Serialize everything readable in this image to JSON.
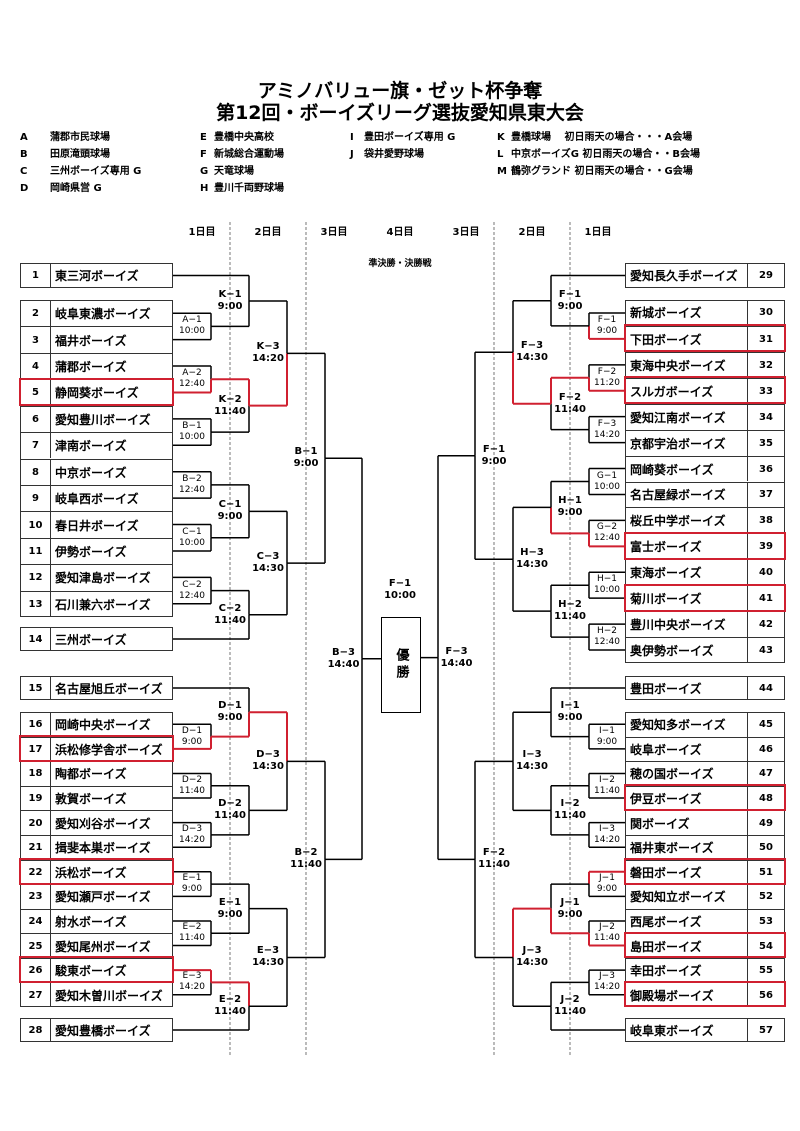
{
  "title": {
    "line1": "アミノバリュー旗・ゼット杯争奪",
    "line2": "第12回・ボーイズリーグ選抜愛知県東大会"
  },
  "venues": [
    {
      "code": "A",
      "name": "蒲郡市民球場"
    },
    {
      "code": "B",
      "name": "田原滝頭球場"
    },
    {
      "code": "C",
      "name": "三州ボーイズ専用 G"
    },
    {
      "code": "D",
      "name": "岡崎県営 G"
    },
    {
      "code": "E",
      "name": "豊橋中央高校"
    },
    {
      "code": "F",
      "name": "新城総合運動場"
    },
    {
      "code": "G",
      "name": "天竜球場"
    },
    {
      "code": "H",
      "name": "豊川千両野球場"
    },
    {
      "code": "I",
      "name": "豊田ボーイズ専用 G"
    },
    {
      "code": "J",
      "name": "袋井愛野球場"
    },
    {
      "code": "K",
      "name": "豊橋球場　 初日雨天の場合・・・A会場"
    },
    {
      "code": "L",
      "name": "中京ボーイズG  初日雨天の場合・・B会場"
    },
    {
      "code": "M",
      "name": "鶴弥グランド  初日雨天の場合・・G会場"
    }
  ],
  "days": {
    "left": [
      "1日目",
      "2日目",
      "3日目"
    ],
    "center": "4日目",
    "right": [
      "3日目",
      "2日目",
      "1日目"
    ]
  },
  "semifinal_label": "準決勝・決勝戦",
  "final": {
    "code": "F−1",
    "time": "10:00",
    "label": "優勝"
  },
  "teams_left": [
    {
      "no": "1",
      "name": "東三河ボーイズ"
    },
    {
      "no": "2",
      "name": "岐阜東濃ボーイズ"
    },
    {
      "no": "3",
      "name": "福井ボーイズ"
    },
    {
      "no": "4",
      "name": "蒲郡ボーイズ"
    },
    {
      "no": "5",
      "name": "静岡葵ボーイズ",
      "highlight": true
    },
    {
      "no": "6",
      "name": "愛知豊川ボーイズ"
    },
    {
      "no": "7",
      "name": "津南ボーイズ"
    },
    {
      "no": "8",
      "name": "中京ボーイズ"
    },
    {
      "no": "9",
      "name": "岐阜西ボーイズ"
    },
    {
      "no": "10",
      "name": "春日井ボーイズ"
    },
    {
      "no": "11",
      "name": "伊勢ボーイズ"
    },
    {
      "no": "12",
      "name": "愛知津島ボーイズ"
    },
    {
      "no": "13",
      "name": "石川兼六ボーイズ"
    },
    {
      "no": "14",
      "name": "三州ボーイズ"
    },
    {
      "no": "15",
      "name": "名古屋旭丘ボーイズ"
    },
    {
      "no": "16",
      "name": "岡崎中央ボーイズ"
    },
    {
      "no": "17",
      "name": "浜松修学舎ボーイズ",
      "highlight": true
    },
    {
      "no": "18",
      "name": "陶都ボーイズ"
    },
    {
      "no": "19",
      "name": "敦賀ボーイズ"
    },
    {
      "no": "20",
      "name": "愛知刈谷ボーイズ"
    },
    {
      "no": "21",
      "name": "揖斐本巣ボーイズ"
    },
    {
      "no": "22",
      "name": "浜松ボーイズ",
      "highlight": true
    },
    {
      "no": "23",
      "name": "愛知瀬戸ボーイズ"
    },
    {
      "no": "24",
      "name": "射水ボーイズ"
    },
    {
      "no": "25",
      "name": "愛知尾州ボーイズ"
    },
    {
      "no": "26",
      "name": "駿東ボーイズ",
      "highlight": true
    },
    {
      "no": "27",
      "name": "愛知木曽川ボーイズ"
    },
    {
      "no": "28",
      "name": "愛知豊橋ボーイズ"
    }
  ],
  "teams_right": [
    {
      "no": "29",
      "name": "愛知長久手ボーイズ"
    },
    {
      "no": "30",
      "name": "新城ボーイズ"
    },
    {
      "no": "31",
      "name": "下田ボーイズ",
      "highlight": true
    },
    {
      "no": "32",
      "name": "東海中央ボーイズ"
    },
    {
      "no": "33",
      "name": "スルガボーイズ",
      "highlight": true
    },
    {
      "no": "34",
      "name": "愛知江南ボーイズ"
    },
    {
      "no": "35",
      "name": "京都宇治ボーイズ"
    },
    {
      "no": "36",
      "name": "岡崎葵ボーイズ"
    },
    {
      "no": "37",
      "name": "名古屋緑ボーイズ"
    },
    {
      "no": "38",
      "name": "桜丘中学ボーイズ"
    },
    {
      "no": "39",
      "name": "富士ボーイズ",
      "highlight": true
    },
    {
      "no": "40",
      "name": "東海ボーイズ"
    },
    {
      "no": "41",
      "name": "菊川ボーイズ",
      "highlight": true
    },
    {
      "no": "42",
      "name": "豊川中央ボーイズ"
    },
    {
      "no": "43",
      "name": "奥伊勢ボーイズ"
    },
    {
      "no": "44",
      "name": "豊田ボーイズ"
    },
    {
      "no": "45",
      "name": "愛知知多ボーイズ"
    },
    {
      "no": "46",
      "name": "岐阜ボーイズ"
    },
    {
      "no": "47",
      "name": "穂の国ボーイズ"
    },
    {
      "no": "48",
      "name": "伊豆ボーイズ",
      "highlight": true
    },
    {
      "no": "49",
      "name": "関ボーイズ"
    },
    {
      "no": "50",
      "name": "福井東ボーイズ"
    },
    {
      "no": "51",
      "name": "磐田ボーイズ",
      "highlight": true
    },
    {
      "no": "52",
      "name": "愛知知立ボーイズ"
    },
    {
      "no": "53",
      "name": "西尾ボーイズ"
    },
    {
      "no": "54",
      "name": "島田ボーイズ",
      "highlight": true
    },
    {
      "no": "55",
      "name": "幸田ボーイズ"
    },
    {
      "no": "56",
      "name": "御殿場ボーイズ",
      "highlight": true
    },
    {
      "no": "57",
      "name": "岐阜東ボーイズ"
    }
  ],
  "matches_left": [
    {
      "code": "A−1",
      "time": "10:00"
    },
    {
      "code": "K−1",
      "time": "9:00"
    },
    {
      "code": "A−2",
      "time": "12:40"
    },
    {
      "code": "B−1",
      "time": "10:00"
    },
    {
      "code": "K−2",
      "time": "11:40"
    },
    {
      "code": "K−3",
      "time": "14:20"
    },
    {
      "code": "B−2",
      "time": "12:40"
    },
    {
      "code": "C−1",
      "time": "10:00"
    },
    {
      "code": "C−1",
      "time": "9:00"
    },
    {
      "code": "C−2",
      "time": "12:40"
    },
    {
      "code": "C−2",
      "time": "11:40"
    },
    {
      "code": "C−3",
      "time": "14:30"
    },
    {
      "code": "B−1",
      "time": "9:00"
    },
    {
      "code": "D−1",
      "time": "9:00"
    },
    {
      "code": "D−1",
      "time": "9:00"
    },
    {
      "code": "D−2",
      "time": "11:40"
    },
    {
      "code": "D−3",
      "time": "14:20"
    },
    {
      "code": "D−2",
      "time": "11:40"
    },
    {
      "code": "D−3",
      "time": "14:30"
    },
    {
      "code": "E−1",
      "time": "9:00"
    },
    {
      "code": "E−2",
      "time": "11:40"
    },
    {
      "code": "E−1",
      "time": "9:00"
    },
    {
      "code": "E−3",
      "time": "14:20"
    },
    {
      "code": "E−2",
      "time": "11:40"
    },
    {
      "code": "E−3",
      "time": "14:30"
    },
    {
      "code": "B−2",
      "time": "11:40"
    },
    {
      "code": "B−3",
      "time": "14:40"
    }
  ],
  "matches_right": [
    {
      "code": "F−1",
      "time": "9:00"
    },
    {
      "code": "F−1",
      "time": "9:00"
    },
    {
      "code": "F−2",
      "time": "11:20"
    },
    {
      "code": "F−3",
      "time": "14:20"
    },
    {
      "code": "F−2",
      "time": "11:40"
    },
    {
      "code": "F−3",
      "time": "14:30"
    },
    {
      "code": "G−1",
      "time": "10:00"
    },
    {
      "code": "G−2",
      "time": "12:40"
    },
    {
      "code": "H−1",
      "time": "9:00"
    },
    {
      "code": "H−1",
      "time": "10:00"
    },
    {
      "code": "H−2",
      "time": "12:40"
    },
    {
      "code": "H−2",
      "time": "11:40"
    },
    {
      "code": "H−3",
      "time": "14:30"
    },
    {
      "code": "F−1",
      "time": "9:00"
    },
    {
      "code": "I−1",
      "time": "9:00"
    },
    {
      "code": "I−1",
      "time": "9:00"
    },
    {
      "code": "I−2",
      "time": "11:40"
    },
    {
      "code": "I−3",
      "time": "14:20"
    },
    {
      "code": "I−2",
      "time": "11:40"
    },
    {
      "code": "I−3",
      "time": "14:30"
    },
    {
      "code": "J−1",
      "time": "9:00"
    },
    {
      "code": "J−2",
      "time": "11:40"
    },
    {
      "code": "J−1",
      "time": "9:00"
    },
    {
      "code": "J−3",
      "time": "14:20"
    },
    {
      "code": "J−2",
      "time": "11:40"
    },
    {
      "code": "J−3",
      "time": "14:30"
    },
    {
      "code": "F−2",
      "time": "11:40"
    },
    {
      "code": "F−3",
      "time": "14:40"
    }
  ],
  "colors": {
    "line": "#000000",
    "highlight": "#d02030"
  }
}
